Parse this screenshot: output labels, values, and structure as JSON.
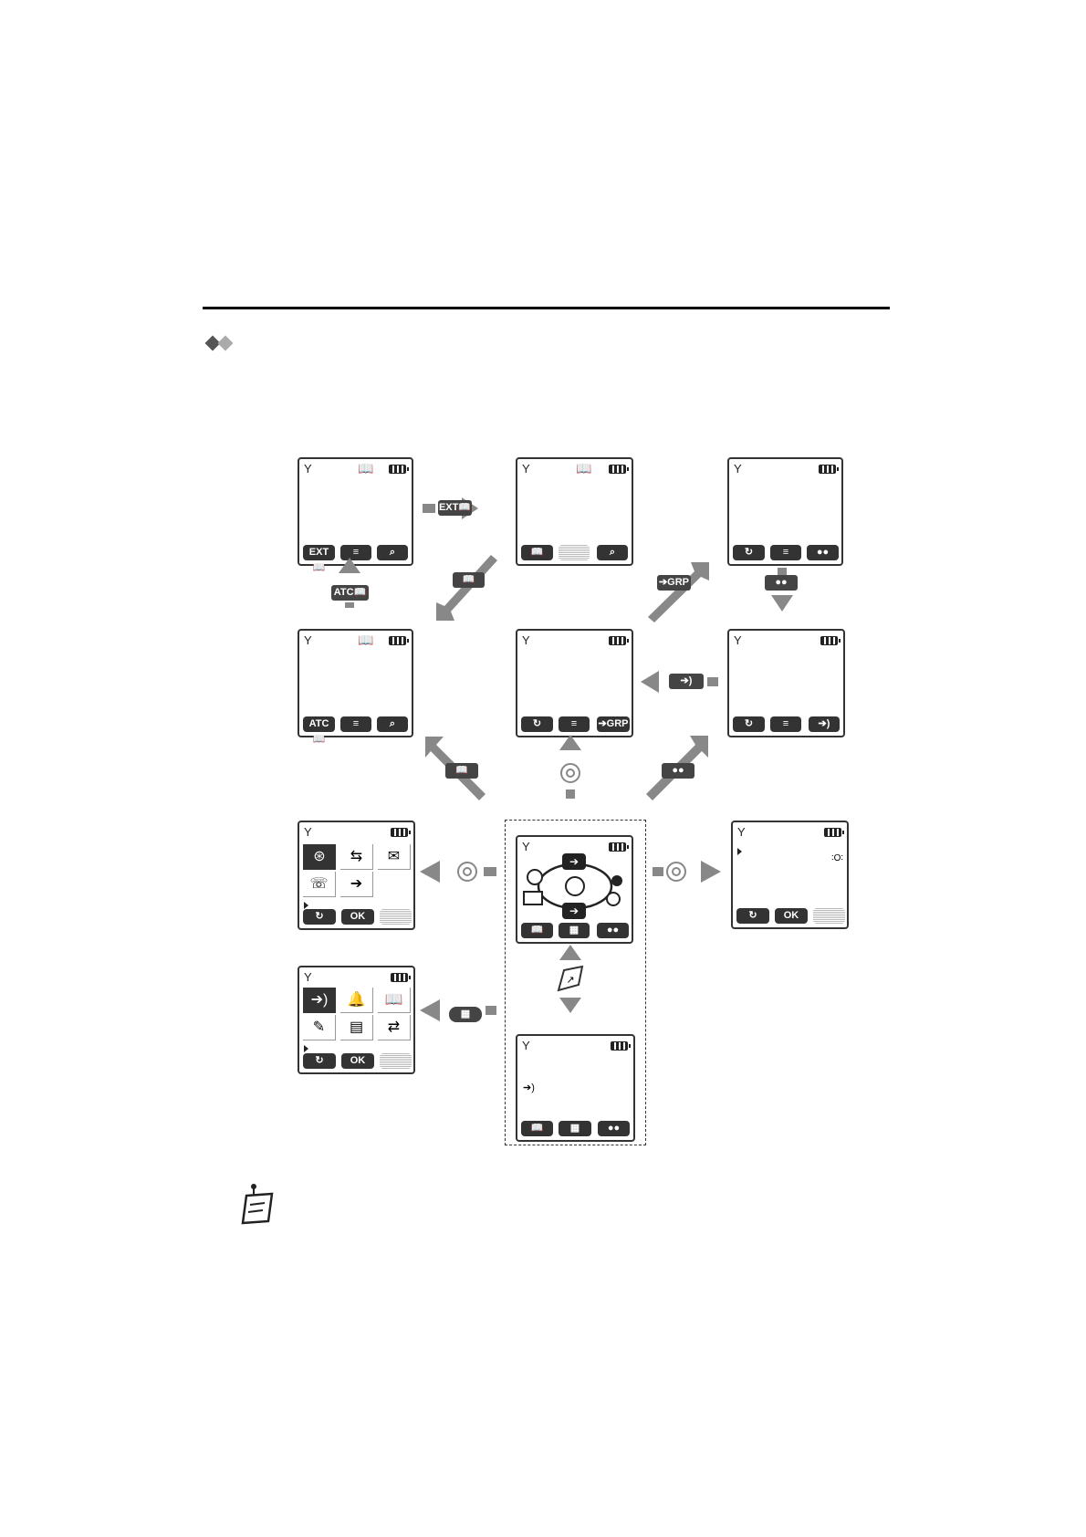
{
  "icons": {
    "antenna": "antenna-icon",
    "battery": "battery-icon",
    "phonebook": "phonebook-icon",
    "search": "search-icon",
    "menu": "menu-icon",
    "back": "back-icon",
    "intercom": "intercom-icon",
    "navigator": "navigator-key-icon",
    "note": "note-icon"
  },
  "colors": {
    "dark": "#333333",
    "arrow": "#888888",
    "header": "#808080"
  },
  "softkeys": {
    "ext_book": "EXT📖",
    "atc_book": "ATC📖",
    "ok": "OK",
    "to_grp": "➔GRP"
  },
  "arrow_keys": {
    "ext_book": "EXT📖",
    "atc_book": "ATC📖",
    "to_grp": "➔GRP"
  },
  "screens": {
    "s1": {
      "book": "📖"
    },
    "s2": {
      "book": "📖"
    },
    "s4": {
      "book": "📖"
    },
    "menu_right": {
      "value": "∶O∶"
    }
  }
}
